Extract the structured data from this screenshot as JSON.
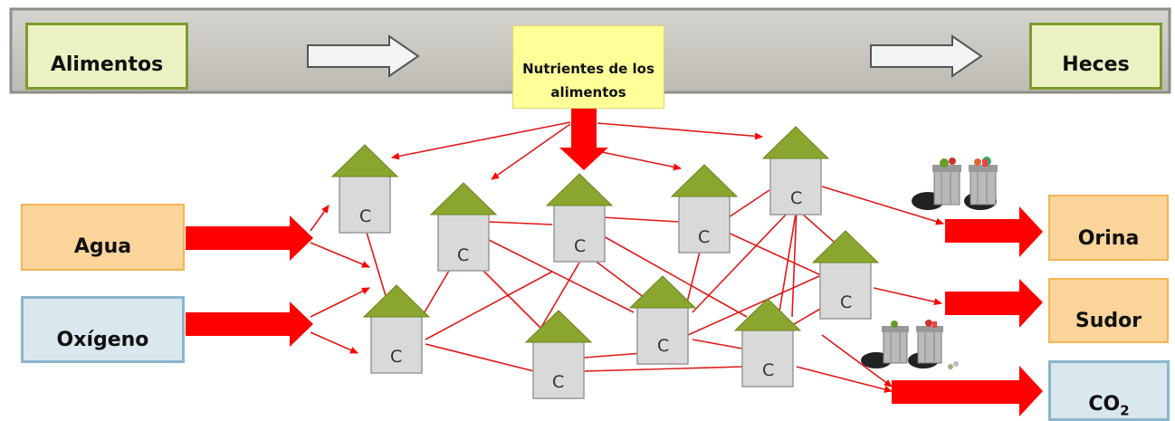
{
  "header": {
    "input_label": "Alimentos",
    "center_label": "Nutrientes de los alimentos",
    "output_label": "Heces"
  },
  "inputs": [
    {
      "label": "Agua"
    },
    {
      "label": "Oxígeno"
    }
  ],
  "outputs": [
    {
      "label": "Orina"
    },
    {
      "label": "Sudor"
    },
    {
      "label": "CO",
      "subscript": "2"
    }
  ],
  "cell_letter": "C",
  "colors": {
    "arrow": "#ff0000",
    "band": "#c8c6c0",
    "roof": "#8aa62e",
    "wall": "#d9d9d9",
    "green_box": "#ebf1c3",
    "orange_box": "#fbd49a",
    "blue_box": "#d8e8ee"
  },
  "icons": [
    "hollow-arrow-icon",
    "house-cell-icon",
    "trash-can-icon"
  ]
}
